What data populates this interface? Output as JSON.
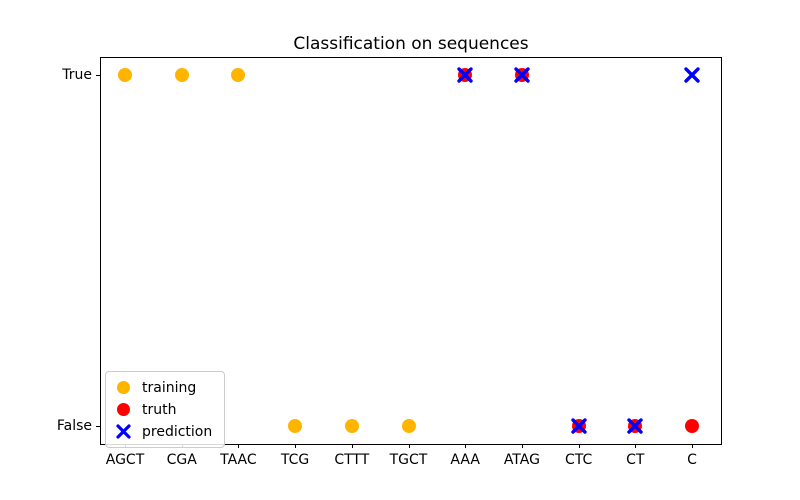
{
  "chart_data": {
    "type": "scatter",
    "title": "Classification on sequences",
    "categories": [
      "AGCT",
      "CGA",
      "TAAC",
      "TCG",
      "CTTT",
      "TGCT",
      "AAA",
      "ATAG",
      "CTC",
      "CT",
      "C"
    ],
    "ytick_labels": [
      "True",
      "False"
    ],
    "grid": false,
    "legend_position": "lower left",
    "axis_color": "#000000",
    "series": [
      {
        "name": "training",
        "marker": "circle",
        "color": "#FFB400",
        "points": [
          [
            "AGCT",
            "True"
          ],
          [
            "CGA",
            "True"
          ],
          [
            "TAAC",
            "True"
          ],
          [
            "TCG",
            "False"
          ],
          [
            "CTTT",
            "False"
          ],
          [
            "TGCT",
            "False"
          ]
        ]
      },
      {
        "name": "truth",
        "marker": "circle",
        "color": "#FF0000",
        "points": [
          [
            "AAA",
            "True"
          ],
          [
            "ATAG",
            "True"
          ],
          [
            "CTC",
            "False"
          ],
          [
            "CT",
            "False"
          ],
          [
            "C",
            "False"
          ]
        ]
      },
      {
        "name": "prediction",
        "marker": "x",
        "color": "#0000FF",
        "points": [
          [
            "AAA",
            "True"
          ],
          [
            "ATAG",
            "True"
          ],
          [
            "CTC",
            "False"
          ],
          [
            "CT",
            "False"
          ],
          [
            "C",
            "True"
          ]
        ]
      }
    ]
  }
}
